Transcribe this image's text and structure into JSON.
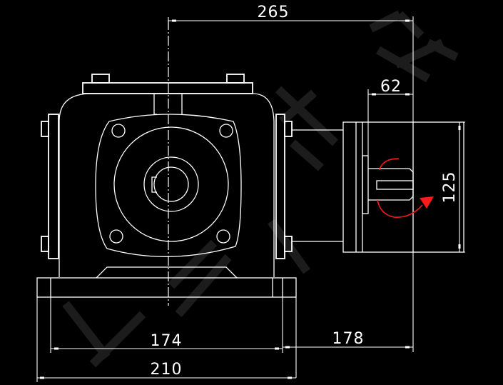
{
  "drawing": {
    "type": "CAD gearbox side/front view",
    "background": "#000000",
    "line_color": "#ffffff",
    "rotation_arrow_color": "#ff1a1a",
    "watermark_color": "#1c1c1c"
  },
  "dimensions": {
    "overall_to_output_face": "265",
    "input_flange_offset": "62",
    "input_flange_height": "125",
    "base_inner_width": "174",
    "base_outer_width": "210",
    "base_edge_to_input_face": "178"
  },
  "annotations": {
    "rotation_arrow": "rotation-direction"
  }
}
